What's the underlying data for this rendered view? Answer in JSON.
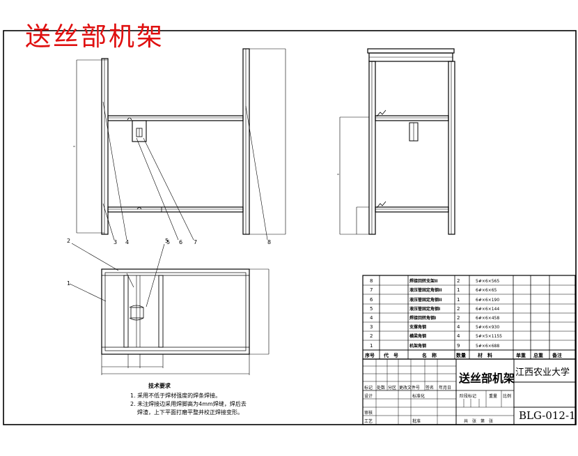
{
  "drawing": {
    "red_title": "送丝部机架",
    "callouts": [
      "2",
      "1",
      "5",
      "3",
      "4",
      "5",
      "6",
      "7",
      "8"
    ],
    "notes_title": "技术要求",
    "notes": [
      "1. 采用不低于焊材强度的焊条焊接。",
      "2. 未注焊接边采用焊脚高为4mm焊缝，焊后去",
      "焊渣，上下平面打磨平整并校正焊接变形。"
    ]
  },
  "bom": {
    "rows": [
      {
        "no": "8",
        "name": "焊接回转支架II",
        "qty": "2",
        "material": "5#×6×565"
      },
      {
        "no": "7",
        "name": "液压管固定角钢II",
        "qty": "1",
        "material": "6#×6×65"
      },
      {
        "no": "6",
        "name": "液压管固定角钢II",
        "qty": "1",
        "material": "6#×6×190"
      },
      {
        "no": "5",
        "name": "液压管固定角钢I",
        "qty": "2",
        "material": "6#×6×144"
      },
      {
        "no": "4",
        "name": "焊接回转角钢I",
        "qty": "2",
        "material": "6#×6×458"
      },
      {
        "no": "3",
        "name": "支撑角钢",
        "qty": "4",
        "material": "5#×6×930"
      },
      {
        "no": "2",
        "name": "横梁角钢",
        "qty": "4",
        "material": "5#×5×1155"
      },
      {
        "no": "1",
        "name": "机架角钢",
        "qty": "9",
        "material": "5#×6×688"
      }
    ],
    "headers": {
      "no": "序号",
      "code": "代　号",
      "name": "名　称",
      "qty": "数量",
      "material": "材　料",
      "unit": "单重",
      "total": "总重",
      "remark": "备注"
    }
  },
  "title_block": {
    "title": "送丝部机架",
    "school": "江西农业大学",
    "drawing_no": "BLG-012-1",
    "labels": {
      "mark": "标记",
      "count": "处数",
      "zone": "分区",
      "doc": "更改文件号",
      "sign": "签名",
      "date": "年月日",
      "design": "设计",
      "std": "标准化",
      "review": "审核",
      "craft": "工艺",
      "approve": "批准",
      "stage": "阶段标记",
      "weight": "重量",
      "scale": "比例",
      "total": "共　张　第　张"
    }
  }
}
